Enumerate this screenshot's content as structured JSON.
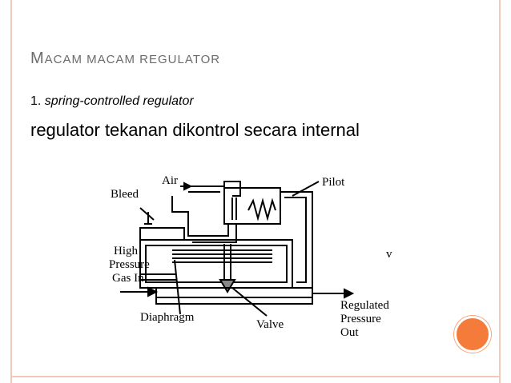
{
  "slide": {
    "title_first": "M",
    "title_rest": "ACAM MACAM REGULATOR",
    "subtitle_number": "1.",
    "subtitle_italic": "spring-controlled regulator",
    "body": "regulator tekanan dikontrol secara internal"
  },
  "diagram": {
    "labels": {
      "air": "Air",
      "pilot": "Pilot",
      "bleed": "Bleed",
      "high": "High",
      "pressure": "Pressure",
      "gas_in": "Gas In",
      "diaphragm": "Diaphragm",
      "valve": "Valve",
      "regulated": "Regulated",
      "reg_pressure": "Pressure",
      "out": "Out",
      "stray_mark": "v"
    }
  },
  "colors": {
    "frame": "#f2c9b8",
    "accent_circle": "#f47b3a",
    "title": "#6b6b6b"
  }
}
